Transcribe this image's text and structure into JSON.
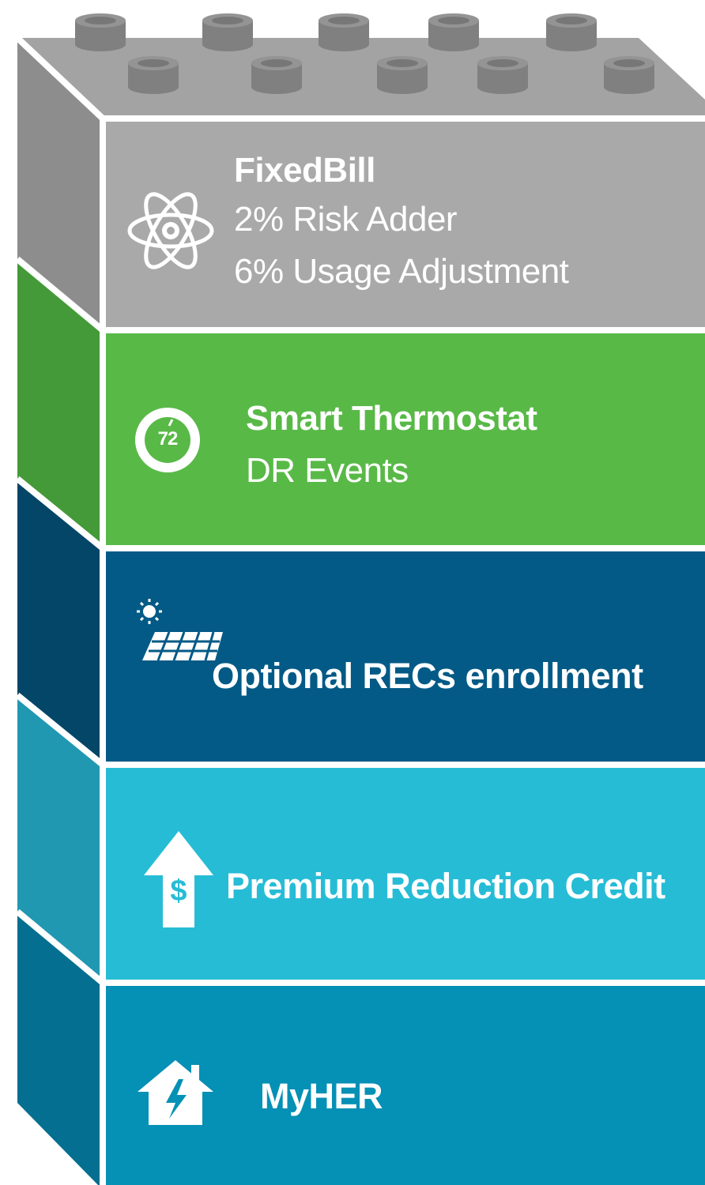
{
  "blocks": {
    "fixedbill": {
      "title": "FixedBill",
      "line1": "2% Risk Adder",
      "line2": "6% Usage Adjustment",
      "icon": "atom-icon",
      "color": "#a9a9a9"
    },
    "thermostat": {
      "title": "Smart Thermostat",
      "line1": "DR Events",
      "icon": "thermostat-icon",
      "icon_value": "72",
      "color": "#58b947"
    },
    "recs": {
      "title": "Optional RECs enrollment",
      "icon": "solar-panel-icon",
      "color": "#035a86"
    },
    "premium": {
      "title": "Premium Reduction Credit",
      "icon": "dollar-arrow-up-icon",
      "color": "#27bcd6"
    },
    "myher": {
      "title": "MyHER",
      "icon": "house-lightning-icon",
      "color": "#0590b5"
    }
  }
}
